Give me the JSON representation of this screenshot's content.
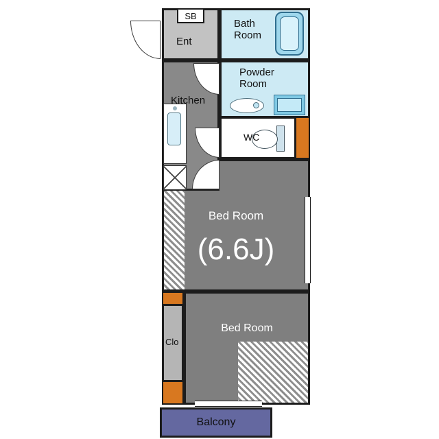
{
  "colors": {
    "wall": "#1c1c1c",
    "wet_room": "#cdeaf4",
    "room_gray": "#7f7f7f",
    "kitchen_gray": "#898989",
    "ent_gray": "#c2c2c2",
    "closet_gray": "#b5b5b5",
    "balcony_purple": "#6468a0",
    "accent_orange": "#d87820",
    "fixture_blue": "#9ed7ec"
  },
  "rooms": {
    "sb": {
      "label": "SB"
    },
    "ent": {
      "label": "Ent"
    },
    "bath": {
      "label": "Bath\nRoom"
    },
    "powder": {
      "label": "Powder\nRoom"
    },
    "kitchen": {
      "label": "Kitchen"
    },
    "wc": {
      "label": "WC"
    },
    "bedroom1": {
      "label": "Bed Room",
      "size": "(6.6J)"
    },
    "bedroom2": {
      "label": "Bed Room"
    },
    "closet": {
      "label": "Clo"
    },
    "balcony": {
      "label": "Balcony"
    }
  },
  "fixtures": {
    "bathtub": "bathtub",
    "washbasin": "washbasin",
    "washing_machine_pan": "washing-machine-pan",
    "toilet": "toilet",
    "kitchen_sink": "kitchen-sink",
    "stove": "gas-stove",
    "shoe_box": "shoe-box",
    "door_swing_count": 4,
    "window_count": 2
  }
}
